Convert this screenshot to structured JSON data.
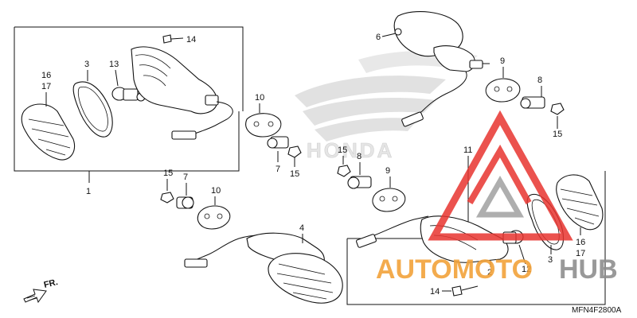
{
  "diagram": {
    "code": "MFN4F2800A",
    "direction_label": "FR.",
    "brand_text": "HONDA",
    "part_numbers": {
      "n16a": "16",
      "n17a": "17",
      "n3a": "3",
      "n13": "13",
      "n14a": "14",
      "n1": "1",
      "n6": "6",
      "n9a": "9",
      "n8a": "8",
      "n15a": "15",
      "n10a": "10",
      "n7a": "7",
      "n15b": "15",
      "n15c": "15",
      "n8b": "8",
      "n9b": "9",
      "n11": "11",
      "n15d": "15",
      "n7b": "7",
      "n10b": "10",
      "n4": "4",
      "n2": "2",
      "n12": "12",
      "n3b": "3",
      "n16b": "16",
      "n17b": "17",
      "n14b": "14"
    }
  },
  "watermark": {
    "text_a": "AUTOMOTO",
    "text_b": "HUB",
    "color_red": "#e8342f",
    "color_orange": "#f2a23a",
    "color_gray": "#9a9a9a"
  }
}
